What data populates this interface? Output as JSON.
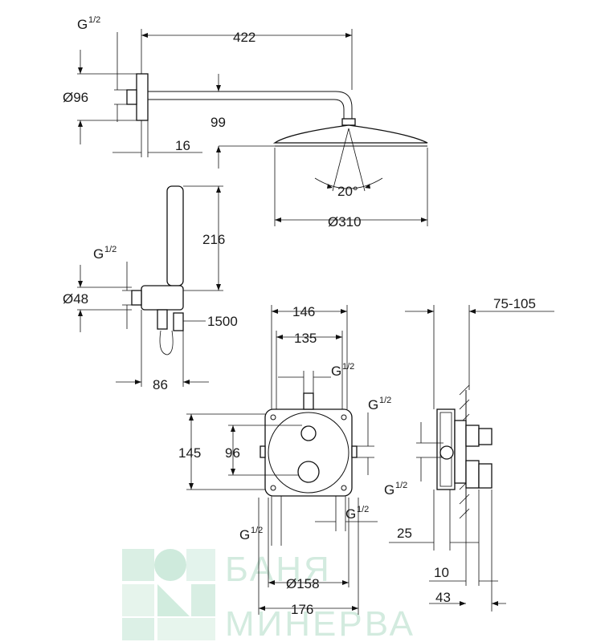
{
  "colors": {
    "line": "#111111",
    "watermark": "#cfe9dc"
  },
  "labels": {
    "g_top_left": "G",
    "g_top_left_frac": "1/2",
    "d96": "Ø96",
    "len422": "422",
    "h99": "99",
    "off16": "16",
    "angle": "20°",
    "d310": "Ø310",
    "g_hand": "G",
    "g_hand_frac": "1/2",
    "h216": "216",
    "d48": "Ø48",
    "hose": "1500",
    "w86": "86",
    "w146": "146",
    "w135": "135",
    "g_box_top": "G",
    "g_box_top_frac": "1/2",
    "g_box_right": "G",
    "g_box_right_frac": "1/2",
    "h145": "145",
    "h96": "96",
    "g_box_bl": "G",
    "g_box_bl_frac": "1/2",
    "g_box_br": "G",
    "g_box_br_frac": "1/2",
    "d158": "Ø158",
    "w176": "176",
    "depth": "75-105",
    "g_side": "G",
    "g_side_frac": "1/2",
    "s25": "25",
    "s10": "10",
    "s43": "43"
  },
  "watermark": {
    "line1": "БАНЯ",
    "line2": "МИНЕРВА"
  }
}
